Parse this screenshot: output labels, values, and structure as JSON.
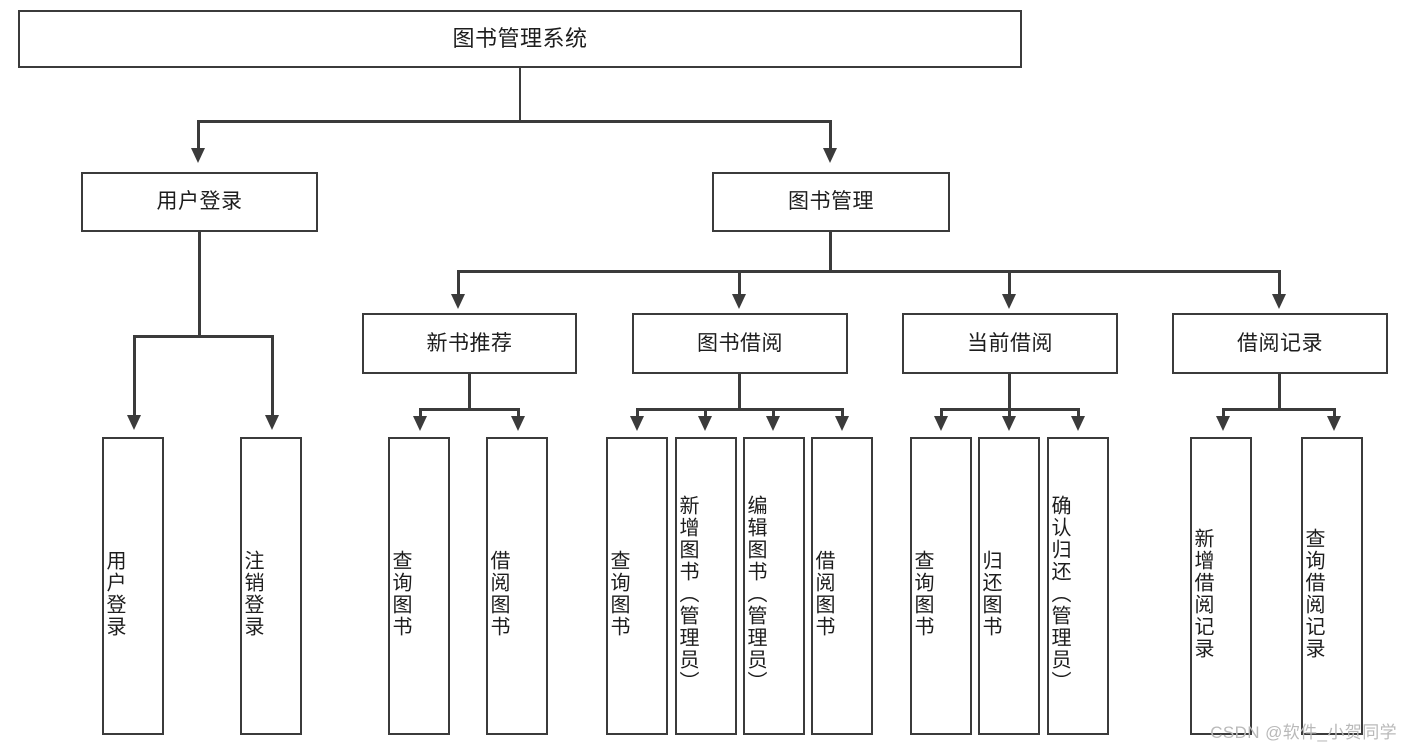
{
  "diagram": {
    "title": "图书管理系统",
    "type": "tree",
    "colors": {
      "box_border": "#3b3b3b",
      "box_fill": "#ffffff",
      "connector": "#3b3b3b",
      "text": "#1d1d1d",
      "background": "#ffffff",
      "watermark": "#b9b9b9"
    },
    "root": {
      "label": "图书管理系统"
    },
    "level2": [
      {
        "id": "user-login",
        "label": "用户登录"
      },
      {
        "id": "book-management",
        "label": "图书管理"
      }
    ],
    "level3": [
      {
        "id": "new-book-recommend",
        "label": "新书推荐"
      },
      {
        "id": "book-borrow",
        "label": "图书借阅"
      },
      {
        "id": "current-borrow",
        "label": "当前借阅"
      },
      {
        "id": "borrow-record",
        "label": "借阅记录"
      }
    ],
    "leaves": {
      "user_login": [
        {
          "id": "leaf-user-login",
          "label": "用户登录"
        },
        {
          "id": "leaf-logout-login",
          "label": "注销登录"
        }
      ],
      "new_book_recommend": [
        {
          "id": "leaf-query-book-1",
          "label": "查询图书"
        },
        {
          "id": "leaf-borrow-book-1",
          "label": "借阅图书"
        }
      ],
      "book_borrow": [
        {
          "id": "leaf-query-book-2",
          "label": "查询图书"
        },
        {
          "id": "leaf-add-book",
          "label": "新增图书（管理员）"
        },
        {
          "id": "leaf-edit-book",
          "label": "编辑图书（管理员）"
        },
        {
          "id": "leaf-borrow-book-2",
          "label": "借阅图书"
        }
      ],
      "current_borrow": [
        {
          "id": "leaf-query-book-3",
          "label": "查询图书"
        },
        {
          "id": "leaf-return-book",
          "label": "归还图书"
        },
        {
          "id": "leaf-confirm-return",
          "label": "确认归还（管理员）"
        }
      ],
      "borrow_record": [
        {
          "id": "leaf-add-record",
          "label": "新增借阅记录"
        },
        {
          "id": "leaf-query-record",
          "label": "查询借阅记录"
        }
      ]
    }
  },
  "watermark": {
    "text": "CSDN @软件_小贺同学"
  }
}
